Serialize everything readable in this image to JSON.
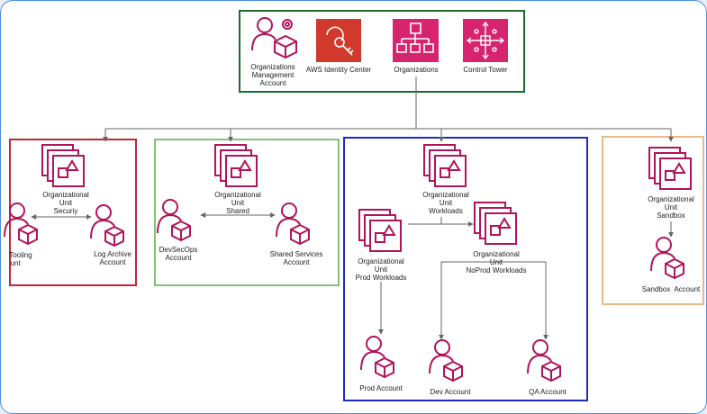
{
  "top_group": {
    "items": [
      {
        "label_lines": [
          "Organizations",
          "Management",
          "Account"
        ],
        "icon": "user-gear-icon"
      },
      {
        "label_lines": [
          "AWS Identity Center"
        ],
        "icon": "identity-center-icon",
        "color": "#d13a2a"
      },
      {
        "label_lines": [
          "Organizations"
        ],
        "icon": "organizations-icon",
        "color": "#d6246e"
      },
      {
        "label_lines": [
          "Control Tower"
        ],
        "icon": "control-tower-icon",
        "color": "#d6246e"
      }
    ]
  },
  "groups": {
    "security": {
      "border_color": "#c0273a",
      "ou_lines": [
        "Organizational",
        "Unit",
        "Securiy"
      ],
      "accounts": [
        {
          "label_lines": [
            "Tooling",
            "unt"
          ]
        },
        {
          "label_lines": [
            "Log Archive",
            "Account"
          ]
        }
      ]
    },
    "shared": {
      "border_color": "#82c176",
      "ou_lines": [
        "Organizational",
        "Unit",
        "Shared"
      ],
      "accounts": [
        {
          "label_lines": [
            "DevSecOps",
            "Account"
          ]
        },
        {
          "label_lines": [
            "Shared Services",
            "Account"
          ]
        }
      ]
    },
    "workloads": {
      "border_color": "#1f2bc4",
      "ou_lines": [
        "Organizational",
        "Unit",
        "Workloads"
      ],
      "prod_ou_lines": [
        "Organizational",
        "Unit",
        "Prod Workloads"
      ],
      "noprod_ou_lines": [
        "Organizational",
        "Unit",
        "NoProd Workloads"
      ],
      "accounts": [
        {
          "label_lines": [
            "Prod Account"
          ]
        },
        {
          "label_lines": [
            "Dev Account"
          ]
        },
        {
          "label_lines": [
            "QA Account"
          ]
        }
      ]
    },
    "sandbox": {
      "border_color": "#e7ba8a",
      "ou_lines": [
        "Organizational",
        "Unit",
        "Sandbox"
      ],
      "accounts": [
        {
          "label_lines": [
            "Sandbox  Account"
          ]
        }
      ]
    }
  },
  "colors": {
    "icon": "#b0145a",
    "top_border": "#1e6b2b",
    "connector": "#666666"
  }
}
